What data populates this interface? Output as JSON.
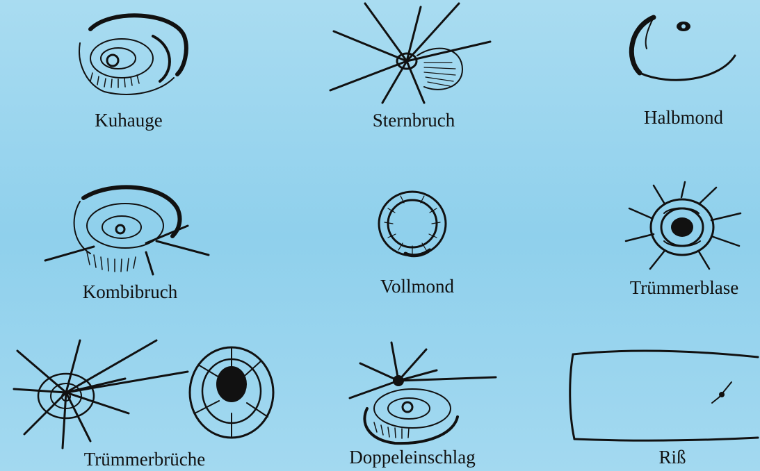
{
  "damage_types": [
    {
      "name": "Kuhauge"
    },
    {
      "name": "Sternbruch"
    },
    {
      "name": "Halbmond"
    },
    {
      "name": "Kombibruch"
    },
    {
      "name": "Vollmond"
    },
    {
      "name": "Trümmerblase"
    },
    {
      "name": "Trümmerbrüche"
    },
    {
      "name": "Doppeleinschlag"
    },
    {
      "name": "Riß"
    }
  ],
  "colors": {
    "background": "#9fd7ef",
    "ink": "#111111"
  }
}
